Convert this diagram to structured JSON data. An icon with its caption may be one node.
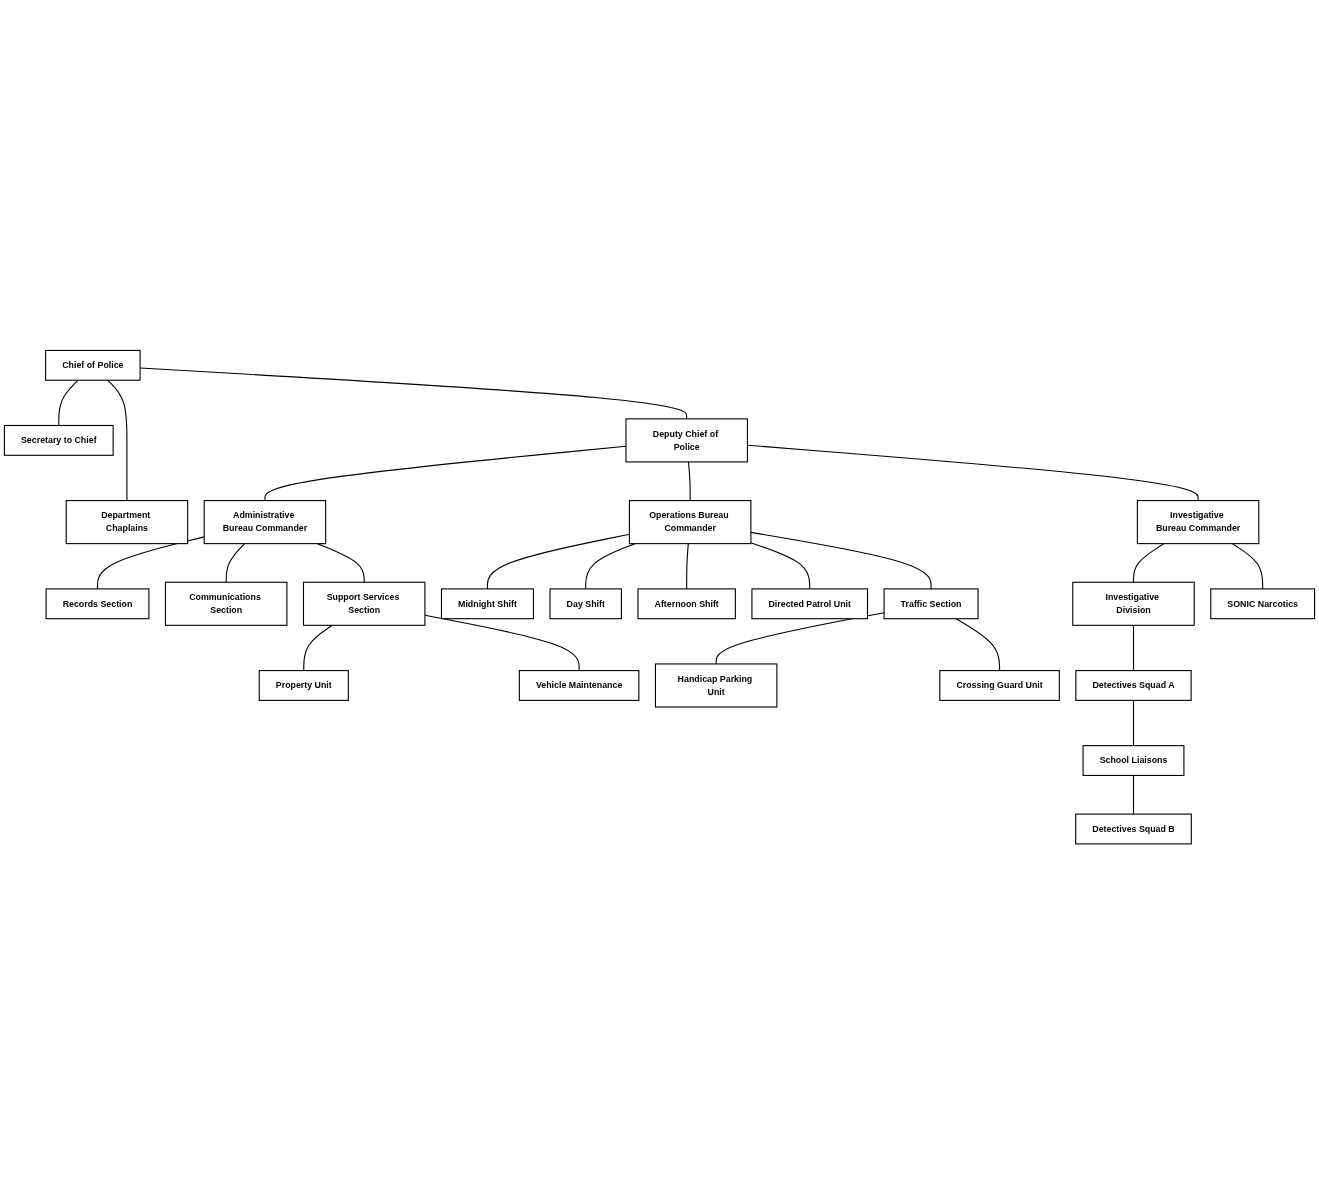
{
  "diagram": {
    "nodes": [
      {
        "text": [
          "Chief of Police"
        ]
      },
      {
        "text": [
          "Secretary to Chief"
        ]
      },
      {
        "text": [
          "Department Chaplains"
        ]
      },
      {
        "text": [
          "Deputy Chief of Police"
        ]
      },
      {
        "text": [
          "Administrative Bureau Commander"
        ]
      },
      {
        "text": [
          "Operations Bureau Commander"
        ]
      },
      {
        "text": [
          "Investigative Bureau Commander"
        ]
      },
      {
        "text": [
          "Records Section"
        ]
      },
      {
        "text": [
          "Communications Section"
        ]
      },
      {
        "text": [
          "Support Services Section"
        ]
      },
      {
        "text": [
          "Property Unit"
        ]
      },
      {
        "text": [
          "Vehicle Maintenance"
        ]
      },
      {
        "text": [
          "Midnight Shift"
        ]
      },
      {
        "text": [
          "Day Shift"
        ]
      },
      {
        "text": [
          "Afternoon Shift"
        ]
      },
      {
        "text": [
          "Directed Patrol Unit"
        ]
      },
      {
        "text": [
          "Traffic Section"
        ]
      },
      {
        "text": [
          "Handicap Parking Unit"
        ]
      },
      {
        "text": [
          "Crossing Guard Unit"
        ]
      },
      {
        "text": [
          "Investigative Division"
        ]
      },
      {
        "text": [
          "Detectives Squad A"
        ]
      },
      {
        "text": [
          "School Liaisons"
        ]
      },
      {
        "text": [
          "Detectives Squad B"
        ]
      },
      {
        "text": [
          "SONIC Narcotics"
        ]
      }
    ],
    "edges": [
      {
        "from": 0,
        "to": 1,
        "arrow": "none"
      },
      {
        "from": 0,
        "to": 3,
        "arrow": "none"
      },
      {
        "from": 0,
        "to": 2,
        "arrow": "none"
      },
      {
        "from": 3,
        "to": 4,
        "arrow": "none"
      },
      {
        "from": 3,
        "to": 5,
        "arrow": "none"
      },
      {
        "from": 3,
        "to": 6,
        "arrow": "none"
      },
      {
        "from": 4,
        "to": 7,
        "arrow": "none"
      },
      {
        "from": 4,
        "to": 8,
        "arrow": "none"
      },
      {
        "from": 4,
        "to": 9,
        "arrow": "none"
      },
      {
        "from": 9,
        "to": 10,
        "arrow": "none"
      },
      {
        "from": 9,
        "to": 11,
        "arrow": "none"
      },
      {
        "from": 5,
        "to": 12,
        "arrow": "none"
      },
      {
        "from": 5,
        "to": 13,
        "arrow": "none"
      },
      {
        "from": 5,
        "to": 14,
        "arrow": "none"
      },
      {
        "from": 5,
        "to": 15,
        "arrow": "none"
      },
      {
        "from": 5,
        "to": 16,
        "arrow": "none"
      },
      {
        "from": 16,
        "to": 17,
        "arrow": "none"
      },
      {
        "from": 16,
        "to": 18,
        "arrow": "none"
      },
      {
        "from": 6,
        "to": 19,
        "arrow": "none"
      },
      {
        "from": 19,
        "to": 20,
        "arrow": "none"
      },
      {
        "from": 20,
        "to": 21,
        "arrow": "none"
      },
      {
        "from": 21,
        "to": 22,
        "arrow": "none"
      },
      {
        "from": 6,
        "to": 23,
        "arrow": "none"
      }
    ]
  }
}
